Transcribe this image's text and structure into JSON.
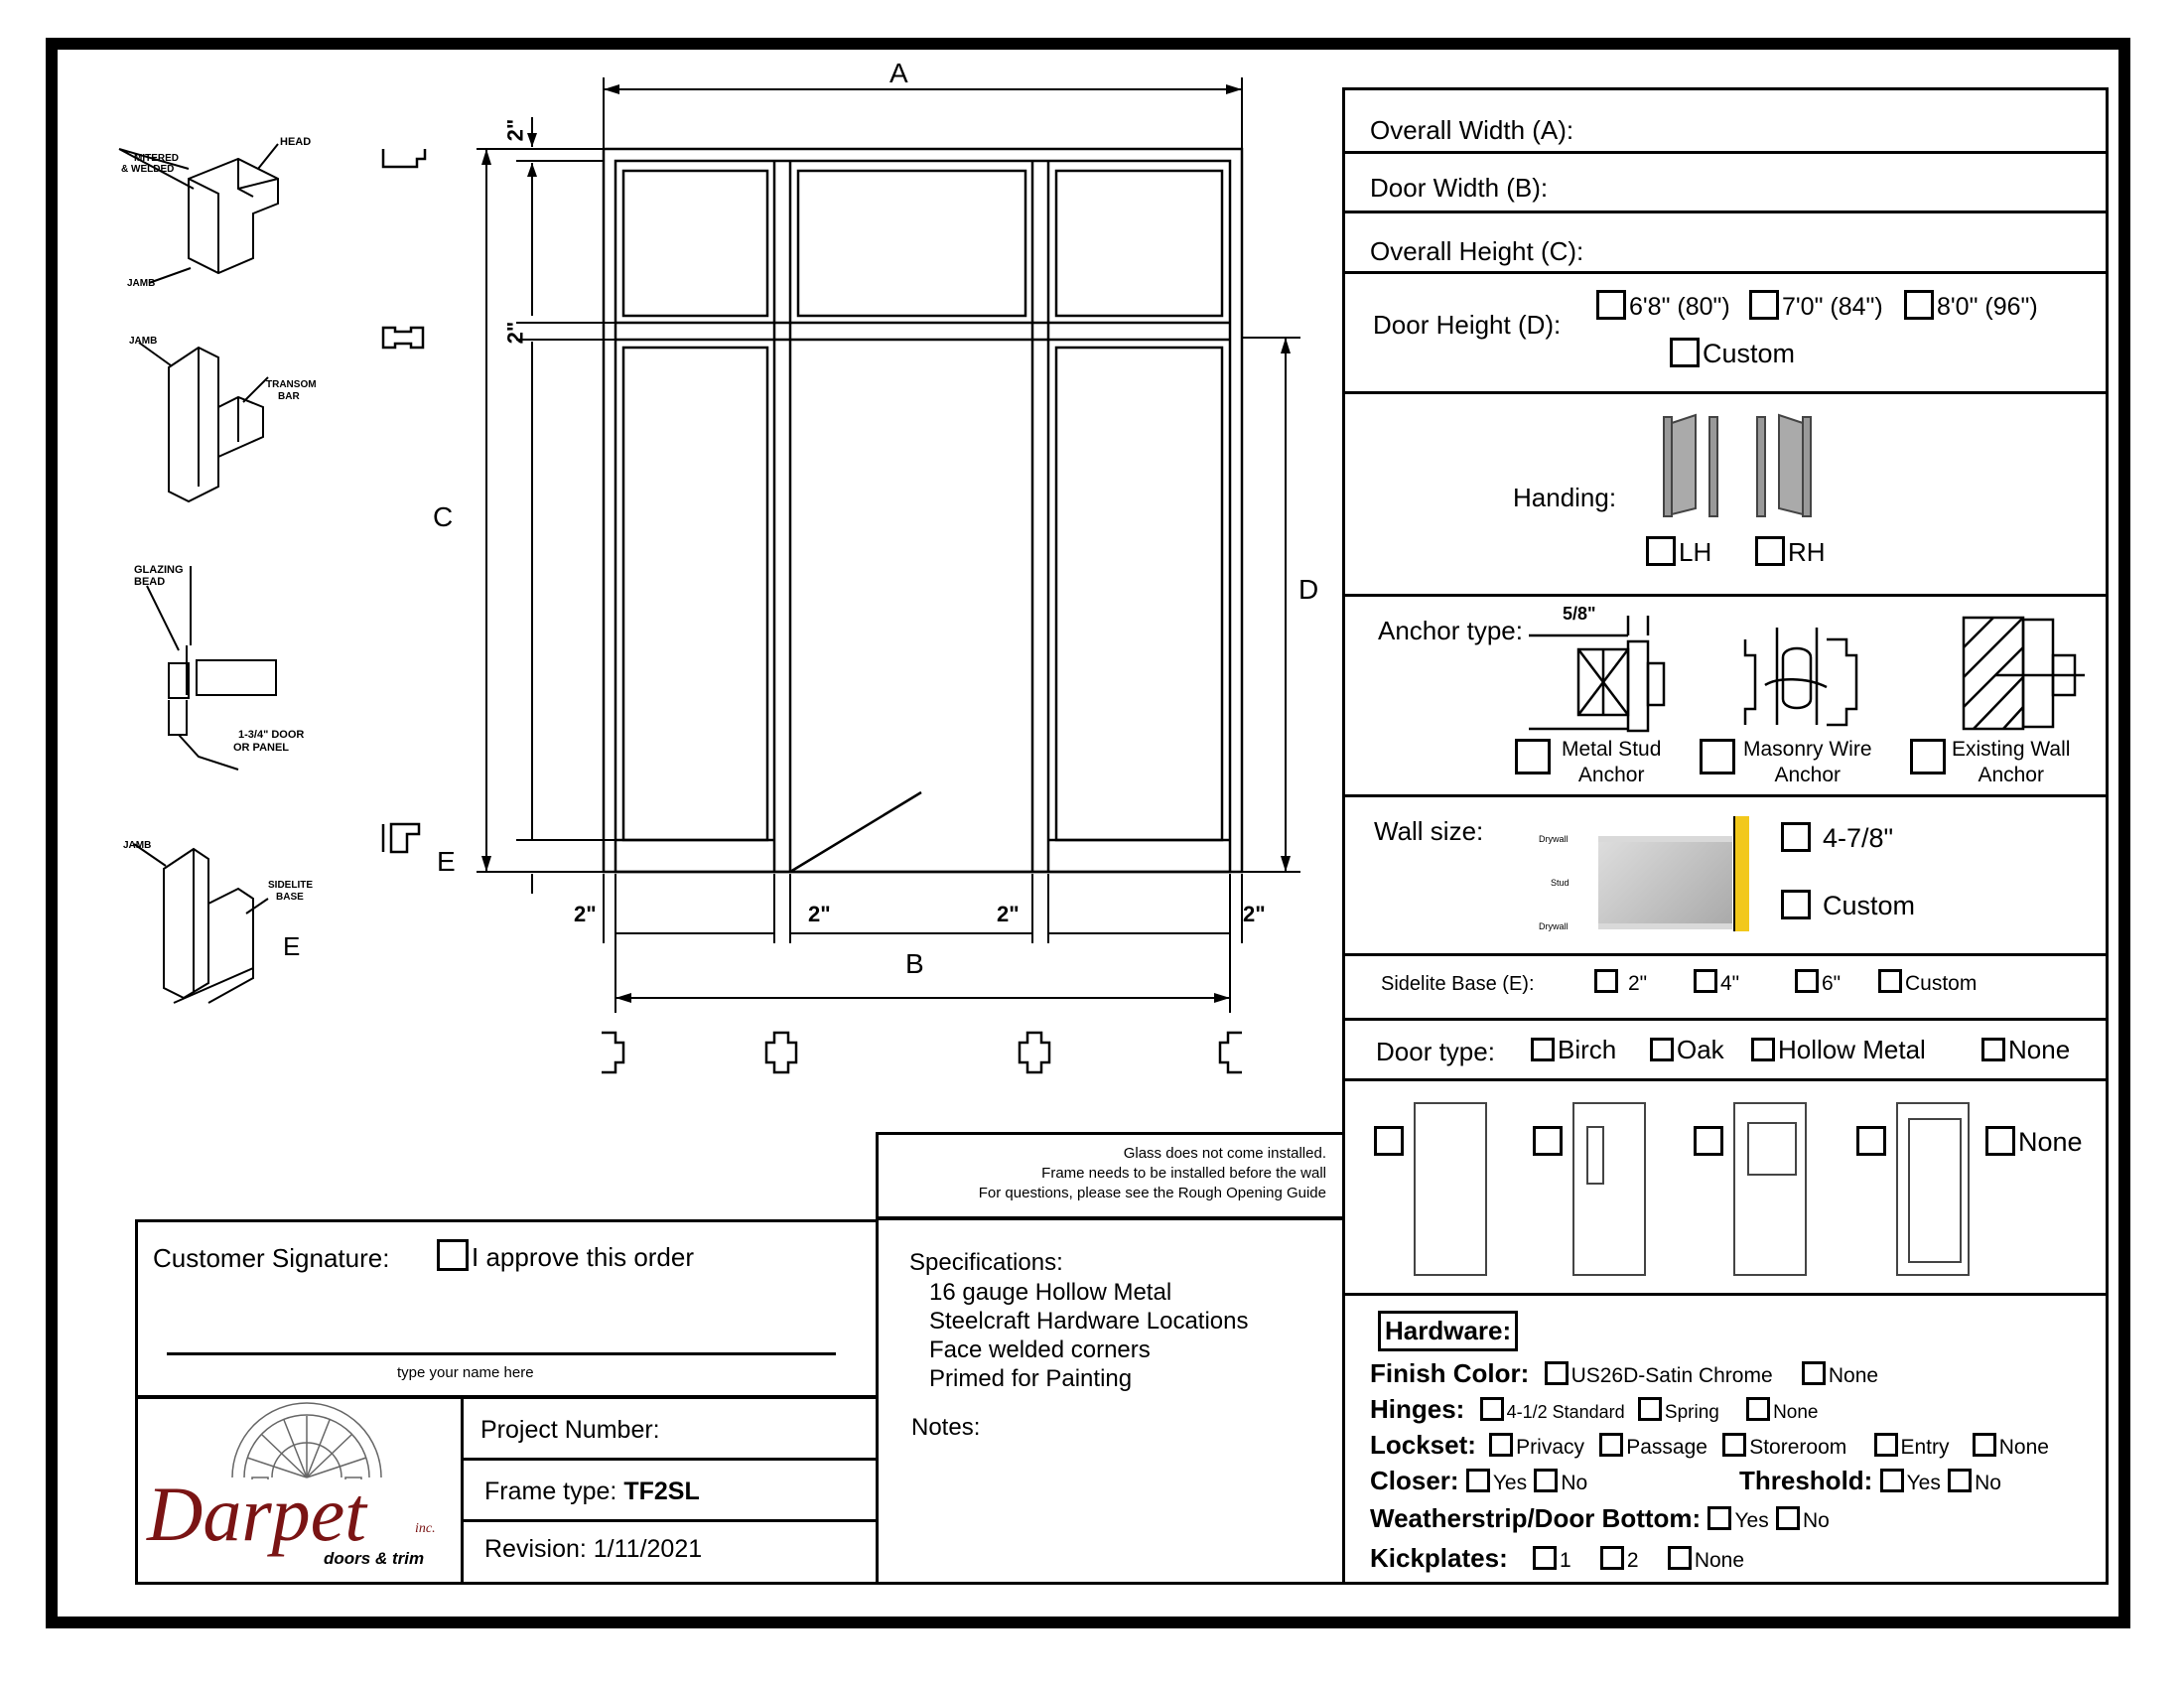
{
  "form": {
    "overall_width": "Overall Width (A):",
    "door_width": "Door Width (B):",
    "overall_height": "Overall Height (C):",
    "door_height_label": "Door Height (D):",
    "door_height_options": [
      "6'8\" (80\")",
      "7'0\" (84\")",
      "8'0\" (96\")",
      "Custom"
    ],
    "handing_label": "Handing:",
    "handing_options": [
      "LH",
      "RH"
    ],
    "anchor_label": "Anchor type:",
    "anchor_dim": "5/8\"",
    "anchor_options": [
      {
        "line1": "Metal Stud",
        "line2": "Anchor"
      },
      {
        "line1": "Masonry Wire",
        "line2": "Anchor"
      },
      {
        "line1": "Existing Wall",
        "line2": "Anchor"
      }
    ],
    "wall_label": "Wall size:",
    "wall_layers": [
      "Drywall",
      "Stud",
      "Drywall"
    ],
    "wall_options": [
      "4-7/8\"",
      "Custom"
    ],
    "sidelite_label": "Sidelite Base (E):",
    "sidelite_options": [
      "2\"",
      "4\"",
      "6\"",
      "Custom"
    ],
    "door_type_label": "Door type:",
    "door_type_options": [
      "Birch",
      "Oak",
      "Hollow Metal",
      "None"
    ],
    "door_style_none": "None"
  },
  "hardware": {
    "title": "Hardware:",
    "finish": {
      "label": "Finish Color:",
      "options": [
        "US26D-Satin Chrome",
        "None"
      ]
    },
    "hinges": {
      "label": "Hinges:",
      "options": [
        "4-1/2 Standard",
        "Spring",
        "None"
      ]
    },
    "lockset": {
      "label": "Lockset:",
      "options": [
        "Privacy",
        "Passage",
        "Storeroom",
        "Entry",
        "None"
      ]
    },
    "closer": {
      "label": "Closer:",
      "options": [
        "Yes",
        "No"
      ]
    },
    "threshold": {
      "label": "Threshold:",
      "options": [
        "Yes",
        "No"
      ]
    },
    "weatherstrip": {
      "label": "Weatherstrip/Door Bottom:",
      "options": [
        "Yes",
        "No"
      ]
    },
    "kickplates": {
      "label": "Kickplates:",
      "options": [
        "1",
        "2",
        "None"
      ]
    }
  },
  "notes_box": {
    "line1": "Glass does not come installed.",
    "line2": "Frame needs to be installed before the wall",
    "line3": "For questions, please see the Rough Opening Guide"
  },
  "specs": {
    "title": "Specifications:",
    "items": [
      "16 gauge Hollow Metal",
      "Steelcraft Hardware Locations",
      "Face welded corners",
      "Primed for Painting"
    ],
    "notes_label": "Notes:"
  },
  "signature": {
    "label": "Customer Signature:",
    "approve": "I approve this order",
    "hint": "type your name here"
  },
  "title_block": {
    "logo_name": "Darpet",
    "logo_inc": "inc.",
    "logo_tagline": "doors & trim",
    "project_number": "Project Number:",
    "frame_type_label": "Frame type: ",
    "frame_type_value": "TF2SL",
    "revision": "Revision: 1/11/2021"
  },
  "drawing": {
    "dim_a": "A",
    "dim_b": "B",
    "dim_c": "C",
    "dim_d": "D",
    "dim_e": "E",
    "two_inch": "2\"",
    "detail_head": "HEAD",
    "detail_mitered_1": "MITERED",
    "detail_mitered_2": "& WELDED",
    "detail_jamb": "JAMB",
    "detail_transom_1": "TRANSOM",
    "detail_transom_2": "BAR",
    "detail_glazing_1": "GLAZING",
    "detail_glazing_2": "BEAD",
    "detail_door_1": "1-3/4\" DOOR",
    "detail_door_2": "OR PANEL",
    "detail_sidelite_1": "SIDELITE",
    "detail_sidelite_2": "BASE",
    "detail_e": "E"
  }
}
